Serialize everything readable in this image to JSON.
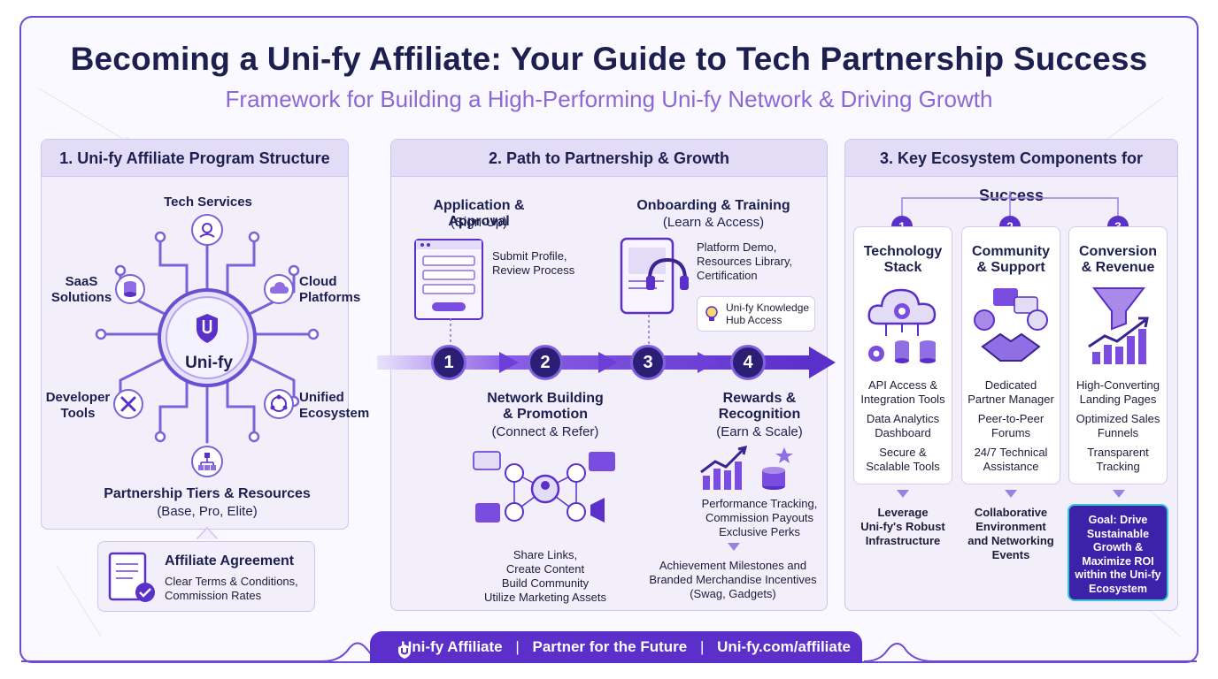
{
  "header": {
    "title": "Becoming a Uni-fy Affiliate: Your Guide to Tech Partnership Success",
    "subtitle": "Framework for Building a High-Performing Uni-fy Network & Driving Growth"
  },
  "panel1": {
    "heading": "1. Uni-fy Affiliate Program Structure",
    "hub_label": "Uni-fy",
    "nodes": {
      "tech_services": "Tech Services",
      "saas_1": "SaaS",
      "saas_2": "Solutions",
      "cloud_1": "Cloud",
      "cloud_2": "Platforms",
      "dev_1": "Developer",
      "dev_2": "Tools",
      "unified_1": "Unified",
      "unified_2": "Ecosystem"
    },
    "tiers_title": "Partnership Tiers & Resources",
    "tiers_sub": "(Base, Pro, Elite)",
    "agreement": {
      "title": "Affiliate Agreement",
      "line1": "Clear Terms & Conditions,",
      "line2": "Commission Rates"
    }
  },
  "panel2": {
    "heading": "2. Path to Partnership & Growth",
    "steps": [
      {
        "num": "1",
        "title": "Application & Approval",
        "sub": "(Sign-Up)",
        "desc1": "Submit Profile,",
        "desc2": "Review Process"
      },
      {
        "num": "2",
        "title1": "Network Building",
        "title2": "& Promotion",
        "sub": "(Connect & Refer)",
        "desc1": "Share Links,",
        "desc2": "Create Content",
        "desc3": "Build Community",
        "desc4": "Utilize Marketing Assets"
      },
      {
        "num": "3",
        "title": "Onboarding & Training",
        "sub": "(Learn & Access)",
        "desc1": "Platform Demo,",
        "desc2": "Resources Library,",
        "desc3": "Certification",
        "callout1": "Uni-fy Knowledge",
        "callout2": "Hub Access"
      },
      {
        "num": "4",
        "title1": "Rewards &",
        "title2": "Recognition",
        "sub": "(Earn & Scale)",
        "desc1": "Performance Tracking,",
        "desc2": "Commission Payouts",
        "desc3": "Exclusive Perks",
        "desc4": "Achievement Milestones and",
        "desc5": "Branded Merchandise Incentives",
        "desc6": "(Swag, Gadgets)"
      }
    ]
  },
  "panel3": {
    "heading": "3. Key Ecosystem Components for Success",
    "components": [
      {
        "num": "1",
        "title1": "Technology",
        "title2": "Stack",
        "i1a": "API Access &",
        "i1b": "Integration Tools",
        "i2a": "Data Analytics",
        "i2b": "Dashboard",
        "i3a": "Secure &",
        "i3b": "Scalable Tools",
        "out1": "Leverage",
        "out2": "Uni-fy's Robust",
        "out3": "Infrastructure"
      },
      {
        "num": "2",
        "title1": "Community",
        "title2": "& Support",
        "i1a": "Dedicated",
        "i1b": "Partner Manager",
        "i2a": "Peer-to-Peer",
        "i2b": "Forums",
        "i3a": "24/7 Technical",
        "i3b": "Assistance",
        "out1": "Collaborative",
        "out2": "Environment",
        "out3": "and Networking",
        "out4": "Events"
      },
      {
        "num": "3",
        "title1": "Conversion",
        "title2": "& Revenue",
        "i1a": "High-Converting",
        "i1b": "Landing Pages",
        "i2a": "Optimized Sales",
        "i2b": "Funnels",
        "i3a": "Transparent",
        "i3b": "Tracking"
      }
    ],
    "goal": {
      "l1": "Goal: Drive",
      "l2": "Sustainable",
      "l3": "Growth &",
      "l4": "Maximize ROI",
      "l5": "within the Uni-fy",
      "l6": "Ecosystem"
    }
  },
  "footer": {
    "brand": "Uni-fy Affiliate",
    "sep": "|",
    "tagline": "Partner for the Future",
    "url": "Uni-fy.com/affiliate"
  },
  "colors": {
    "accent": "#5b2fc9",
    "navy": "#1c1f4f",
    "lilac": "#8a68d6",
    "cyan": "#37c7d9"
  }
}
